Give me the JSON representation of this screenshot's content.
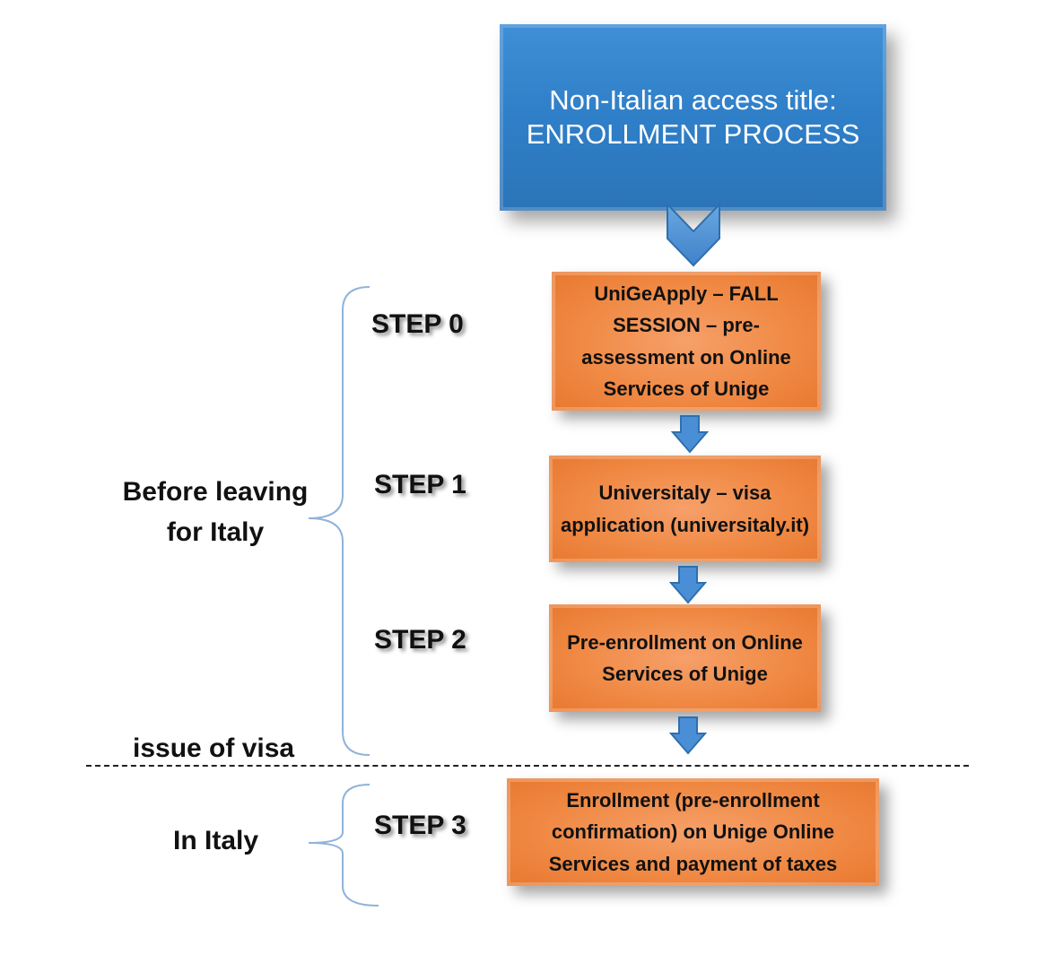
{
  "title": {
    "line1": "Non-Italian access title:",
    "line2": "ENROLLMENT PROCESS"
  },
  "steps": [
    {
      "label": "STEP 0",
      "text": "UniGeApply – FALL SESSION – pre-assessment on Online Services of Unige"
    },
    {
      "label": "STEP 1",
      "text": "Universitaly – visa application (universitaly.it)"
    },
    {
      "label": "STEP 2",
      "text": "Pre-enrollment on Online Services of Unige"
    },
    {
      "label": "STEP 3",
      "text": "Enrollment (pre-enrollment confirmation) on Unige Online Services and payment of taxes"
    }
  ],
  "phases": {
    "before_line1": "Before leaving",
    "before_line2": "for Italy",
    "in_italy": "In Italy",
    "visa_issue": "issue of visa"
  },
  "colors": {
    "title_blue": "#2f7fc8",
    "step_orange": "#f08a45",
    "arrow_blue": "#4a8fd6",
    "brace": "#8fb3d9"
  }
}
